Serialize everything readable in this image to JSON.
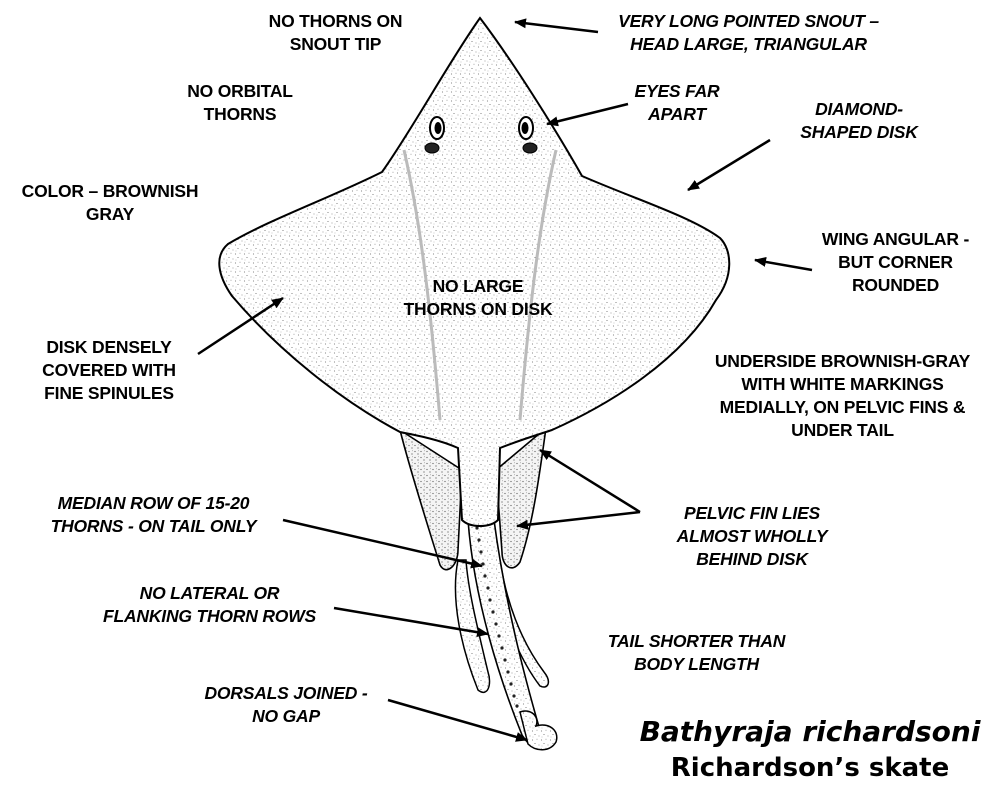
{
  "labels": {
    "snout_tip": [
      "NO THORNS ON",
      "SNOUT TIP"
    ],
    "orbital": [
      "NO ORBITAL",
      "THORNS"
    ],
    "color": [
      "COLOR – BROWNISH",
      "GRAY"
    ],
    "disk_spinules": [
      "DISK DENSELY",
      "COVERED WITH",
      "FINE SPINULES"
    ],
    "median_row": [
      "MEDIAN ROW OF 15-20",
      "THORNS - ON TAIL ONLY"
    ],
    "lateral_rows": [
      "NO LATERAL OR",
      "FLANKING THORN ROWS"
    ],
    "dorsals": [
      "DORSALS JOINED -",
      "NO GAP"
    ],
    "snout": [
      "VERY LONG POINTED SNOUT –",
      "HEAD LARGE, TRIANGULAR"
    ],
    "eyes": [
      "EYES FAR",
      "APART"
    ],
    "diamond": [
      "DIAMOND-",
      "SHAPED DISK"
    ],
    "wing": [
      "WING ANGULAR -",
      "BUT CORNER",
      "ROUNDED"
    ],
    "no_large_thorns": [
      "NO LARGE",
      "THORNS ON DISK"
    ],
    "underside": [
      "UNDERSIDE BROWNISH-GRAY",
      "WITH WHITE MARKINGS",
      "MEDIALLY, ON PELVIC FINS &",
      "UNDER TAIL"
    ],
    "pelvic": [
      "PELVIC FIN LIES",
      "ALMOST WHOLLY",
      "BEHIND DISK"
    ],
    "tail": [
      "TAIL SHORTER THAN",
      "BODY LENGTH"
    ]
  },
  "species": {
    "scientific_name": "Bathyraja richardsoni",
    "common_name": "Richardson’s skate"
  }
}
